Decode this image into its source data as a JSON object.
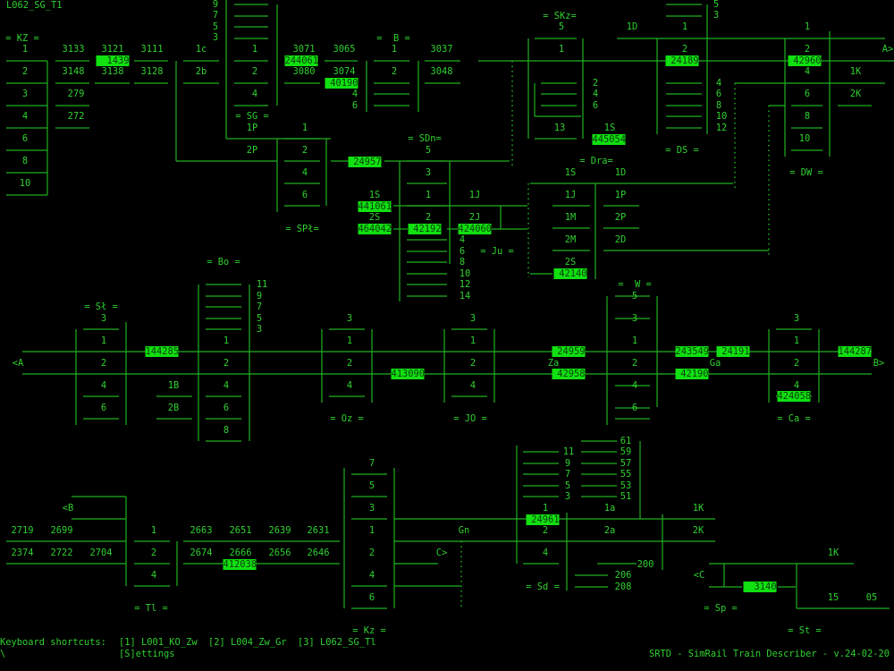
{
  "header": {
    "title": "L062_SG_T1"
  },
  "station_names": {
    "KZ": "= KZ =",
    "SG": "= SG =",
    "B": "=  B =",
    "SKz": "= SKz=",
    "SPl": "= SPł=",
    "SDn": "= SDn=",
    "Ju": "= Ju =",
    "DS": "= DS =",
    "Dra": "= Dra=",
    "DW": "= DW =",
    "W": "=  W =",
    "Bo": "= Bo =",
    "Sl": "= Sł =",
    "Oz": "= Oz =",
    "JO": "= JO =",
    "Ca": "= Ca =",
    "Tl": "= Tl =",
    "Kz": "= Kz =",
    "Sd": "= Sd =",
    "Sp": "= Sp =",
    "St": "= St ="
  },
  "track_labels": {
    "KZ": [
      "1",
      "2",
      "3",
      "4",
      "6",
      "8",
      "10",
      "3133",
      "3148",
      "279",
      "272",
      "3121",
      "3138",
      "3111",
      "3128",
      "1c",
      "2b"
    ],
    "SG": [
      "9",
      "7",
      "5",
      "3",
      "1",
      "2",
      "4",
      "1P",
      "2P",
      "3071",
      "3080",
      "3065",
      "3074",
      "4",
      "6"
    ],
    "B": [
      "1",
      "2",
      "3037",
      "3048"
    ],
    "SPl": [
      "1",
      "2",
      "4",
      "6"
    ],
    "SDn": [
      "5",
      "3",
      "1",
      "2",
      "1S",
      "2S",
      "1J",
      "2J",
      "4",
      "6",
      "8",
      "10",
      "12",
      "14"
    ],
    "SKz": [
      "5",
      "1",
      "2",
      "4",
      "6",
      "13",
      "1S"
    ],
    "DS": [
      "5",
      "3",
      "1D",
      "1",
      "2",
      "4",
      "6",
      "8",
      "10",
      "12"
    ],
    "Dra": [
      "1S",
      "1D",
      "1J",
      "1P",
      "1M",
      "2P",
      "2M",
      "2D",
      "2S"
    ],
    "DW": [
      "1",
      "2",
      "4",
      "6",
      "8",
      "10",
      "1K",
      "2K"
    ],
    "W": [
      "5",
      "3",
      "1",
      "2",
      "4",
      "6"
    ],
    "Bo": [
      "11",
      "9",
      "7",
      "5",
      "3",
      "1",
      "2",
      "4",
      "6",
      "8"
    ],
    "Sl": [
      "3",
      "1",
      "2",
      "4",
      "6",
      "1B",
      "2B"
    ],
    "Oz": [
      "3",
      "1",
      "2",
      "4"
    ],
    "JO": [
      "3",
      "1",
      "2",
      "4"
    ],
    "ZaGa": [
      "Za",
      "Ga"
    ],
    "Ca": [
      "3",
      "1",
      "2",
      "4"
    ],
    "Tl": [
      "2719",
      "2699",
      "2374",
      "2722",
      "2704",
      "1",
      "2",
      "4",
      "2663",
      "2651",
      "2639",
      "2631",
      "2674",
      "2666",
      "2656",
      "2646"
    ],
    "Kz": [
      "7",
      "5",
      "3",
      "1",
      "2",
      "4",
      "6",
      "Gn"
    ],
    "Sd": [
      "11",
      "9",
      "7",
      "5",
      "3",
      "61",
      "59",
      "57",
      "55",
      "53",
      "51",
      "1",
      "2",
      "4",
      "1a",
      "2a",
      "200",
      "206",
      "208",
      "1K",
      "2K"
    ],
    "St": [
      "1K",
      "15",
      "05"
    ]
  },
  "trains": [
    "1439",
    "244061",
    "40190",
    "24957",
    "441061",
    "464042",
    "42192",
    "424060",
    "445054",
    "24189",
    "42960",
    "42140",
    "144285",
    "413090",
    "24959",
    "42958",
    "243549",
    "24191",
    "42190",
    "424058",
    "144287",
    "412038",
    "24961",
    "3140"
  ],
  "exits": [
    "A>",
    "<A",
    "B>",
    "<B",
    "C>",
    "<C"
  ],
  "footer": {
    "shortcuts_label": "Keyboard shortcuts:",
    "shortcuts": [
      "[1] L001_KO_Zw",
      "[2] L004_Zw_Gr",
      "[3] L062_SG_Tl"
    ],
    "backslash": "\\",
    "settings": "[S]ettings",
    "version": "SRTD - SimRail Train Describer - v.24-02-20"
  },
  "colors": {
    "text": "#2fd02f",
    "line": "#1fb01f",
    "train_bg": "#11e011",
    "train_text": "#0b3d0b",
    "background": "#000000"
  }
}
